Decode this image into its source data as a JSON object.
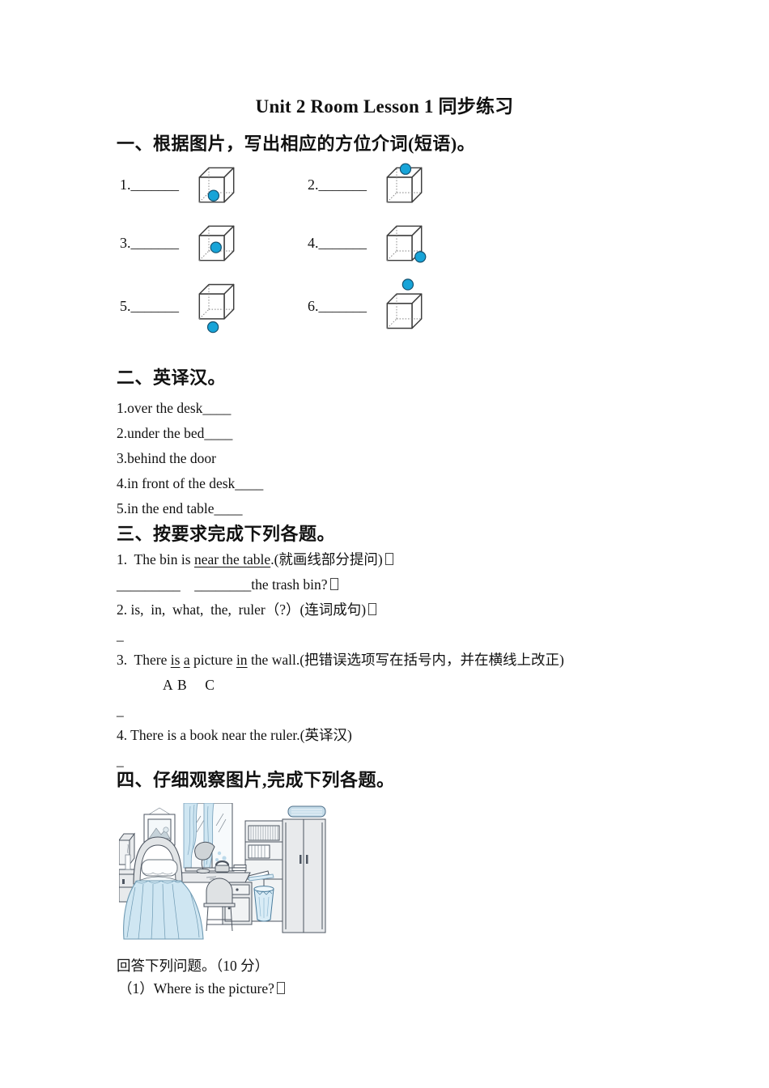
{
  "title": "Unit 2 Room  Lesson 1 同步练习",
  "glyphs": {
    "missing_glyph_icon": "missing-glyph-box"
  },
  "section1": {
    "heading": "一、根据图片，写出相应的方位介词(短语)。",
    "items": [
      {
        "num": "1.",
        "blank": "_______",
        "icon": "cube-dot-inside-bottom"
      },
      {
        "num": "2.",
        "blank": "_______",
        "icon": "cube-dot-on-top"
      },
      {
        "num": "3.",
        "blank": "_______",
        "icon": "cube-dot-inside-middle"
      },
      {
        "num": "4.",
        "blank": "_______",
        "icon": "cube-dot-beside-right"
      },
      {
        "num": "5.",
        "blank": "_______",
        "icon": "cube-dot-under-bottom"
      },
      {
        "num": "6.",
        "blank": "_______",
        "icon": "cube-dot-over-top"
      }
    ]
  },
  "section2": {
    "heading": "二、英译汉。",
    "items": [
      "1.over the desk____",
      "2.under the bed____",
      "3.behind the door",
      "4.in front of the desk____",
      "5.in the end table____"
    ]
  },
  "section3": {
    "heading": "三、按要求完成下列各题。",
    "q1_pre": "1.  The bin is ",
    "q1_underlined": "near the table",
    "q1_post": ".(就画线部分提问)",
    "q1_answer_blanks": "_________    ________the trash bin?",
    "q2": "2. is,  in,  what,  the,  ruler（?）(连词成句)",
    "answer_dash": "_",
    "q3_p1": "3.  There ",
    "q3_u1": "is",
    "q3_sp": " ",
    "q3_u2": "a",
    "q3_p2": " picture ",
    "q3_u3": "in",
    "q3_p3": " the wall.(把错误选项写在括号内，并在横线上改正)",
    "q3_labels": "A B    C",
    "q4": "4. There is a book near the ruler.(英译汉)"
  },
  "section4": {
    "heading": "四、仔细观察图片,完成下列各题。",
    "illustration": "bedroom-scene",
    "caption": "回答下列问题。（10 分）",
    "q1": "（1）Where is the picture?"
  },
  "colors": {
    "dot_blue": "#17a4d8",
    "dot_outline": "#14506e",
    "soft_blue": "#cfe6f2",
    "furniture_gray": "#e8eaec",
    "text": "#111111"
  }
}
